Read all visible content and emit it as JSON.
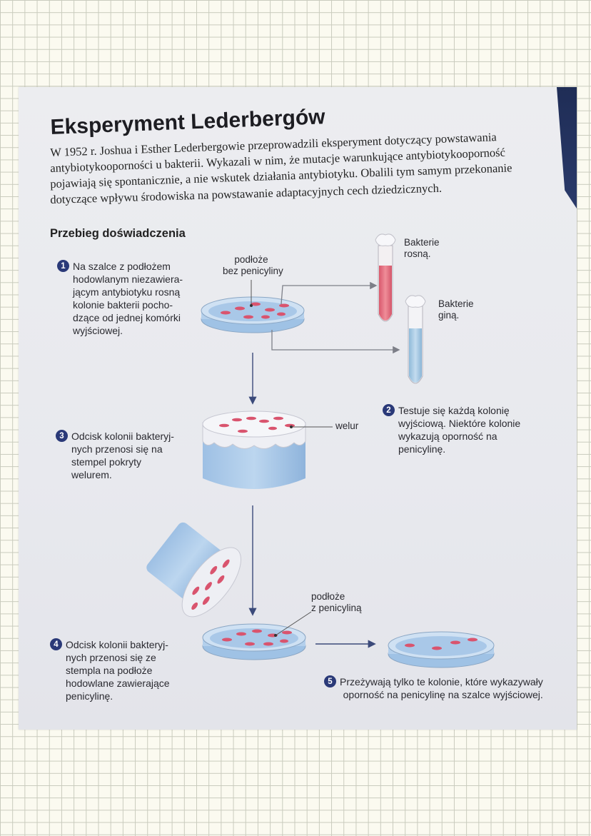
{
  "title": "Eksperyment Lederbergów",
  "intro_lines": [
    "W 1952 r. Joshua i Esther Lederbergowie przeprowadzili eksperyment dotyczący powstawania",
    "antybiotykooporności u bakterii. Wykazali w nim, że mutacje warunkujące antybiotykooporność",
    "pojawiają się spontanicznie, a nie wskutek działania antybiotyku. Obalili tym samym przekonanie",
    "dotyczące wpływu środowiska na powstawanie adaptacyjnych cech dziedzicznych."
  ],
  "subtitle": "Przebieg doświadczenia",
  "steps": [
    {
      "number": "1",
      "lines": [
        "Na szalce z podłożem",
        "hodowlanym niezawiera-",
        "jącym antybiotyku rosną",
        "kolonie bakterii pocho-",
        "dzące od jednej komórki",
        "wyjściowej."
      ]
    },
    {
      "number": "2",
      "lines": [
        "Testuje się każdą kolonię",
        "wyjściową. Niektóre kolonie",
        "wykazują oporność na",
        "penicylinę."
      ]
    },
    {
      "number": "3",
      "lines": [
        "Odcisk kolonii bakteryj-",
        "nych przenosi się na",
        "stempel pokryty",
        "welurem."
      ]
    },
    {
      "number": "4",
      "lines": [
        "Odcisk kolonii bakteryj-",
        "nych przenosi się ze",
        "stempla na podłoże",
        "hodowlane zawierające",
        "penicylinę."
      ]
    },
    {
      "number": "5",
      "lines": [
        "Przeżywają tylko te kolonie, które wykazywały",
        "oporność na penicylinę na szalce wyjściowej."
      ]
    }
  ],
  "labels": {
    "medium_no_penicillin": [
      "podłoże",
      "bez penicyliny"
    ],
    "bacteria_grow": [
      "Bakterie",
      "rosną."
    ],
    "bacteria_die": [
      "Bakterie",
      "giną."
    ],
    "velvet": "welur",
    "medium_penicillin": [
      "podłoże",
      "z penicyliną"
    ]
  },
  "colors": {
    "step_badge": "#2a3978",
    "colony": "#d9546e",
    "dish_blue": "#a9c8e8",
    "tube_red": "#e0707f",
    "tube_blue": "#a7cbe4"
  }
}
